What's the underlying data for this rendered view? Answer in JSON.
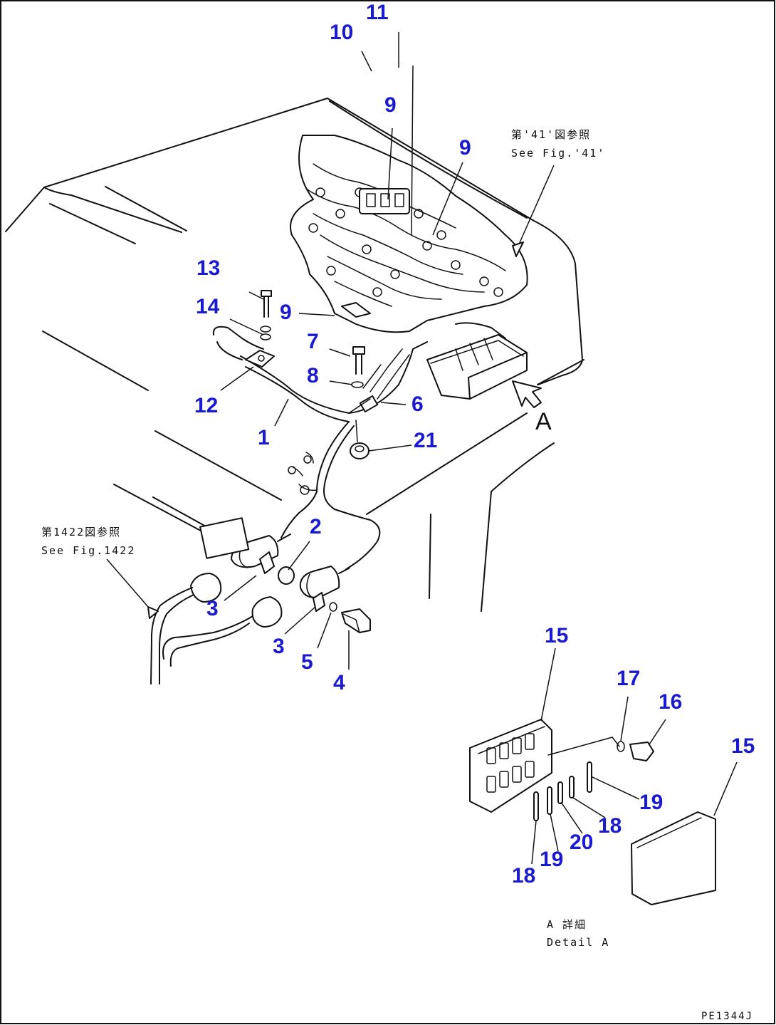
{
  "diagram": {
    "part_numbers": [
      {
        "id": "10",
        "text": "10"
      },
      {
        "id": "11",
        "text": "11"
      },
      {
        "id": "9a",
        "text": "9"
      },
      {
        "id": "9b",
        "text": "9"
      },
      {
        "id": "9c",
        "text": "9"
      },
      {
        "id": "13",
        "text": "13"
      },
      {
        "id": "14",
        "text": "14"
      },
      {
        "id": "7",
        "text": "7"
      },
      {
        "id": "8",
        "text": "8"
      },
      {
        "id": "6",
        "text": "6"
      },
      {
        "id": "12",
        "text": "12"
      },
      {
        "id": "1",
        "text": "1"
      },
      {
        "id": "21",
        "text": "21"
      },
      {
        "id": "2",
        "text": "2"
      },
      {
        "id": "3a",
        "text": "3"
      },
      {
        "id": "3b",
        "text": "3"
      },
      {
        "id": "5",
        "text": "5"
      },
      {
        "id": "4",
        "text": "4"
      },
      {
        "id": "15a",
        "text": "15"
      },
      {
        "id": "17",
        "text": "17"
      },
      {
        "id": "16",
        "text": "16"
      },
      {
        "id": "15b",
        "text": "15"
      },
      {
        "id": "19a",
        "text": "19"
      },
      {
        "id": "18a",
        "text": "18"
      },
      {
        "id": "20",
        "text": "20"
      },
      {
        "id": "19b",
        "text": "19"
      },
      {
        "id": "18b",
        "text": "18"
      }
    ],
    "notes": {
      "fig141_jp": "第'41'図参照",
      "fig141_en": "See Fig.'41'",
      "fig1422_jp": "第1422図参照",
      "fig1422_en": "See Fig.1422",
      "detail_jp": "A 詳細",
      "detail_en": "Detail A"
    },
    "view_letter": "A",
    "drawing_code": "PE1344J"
  }
}
